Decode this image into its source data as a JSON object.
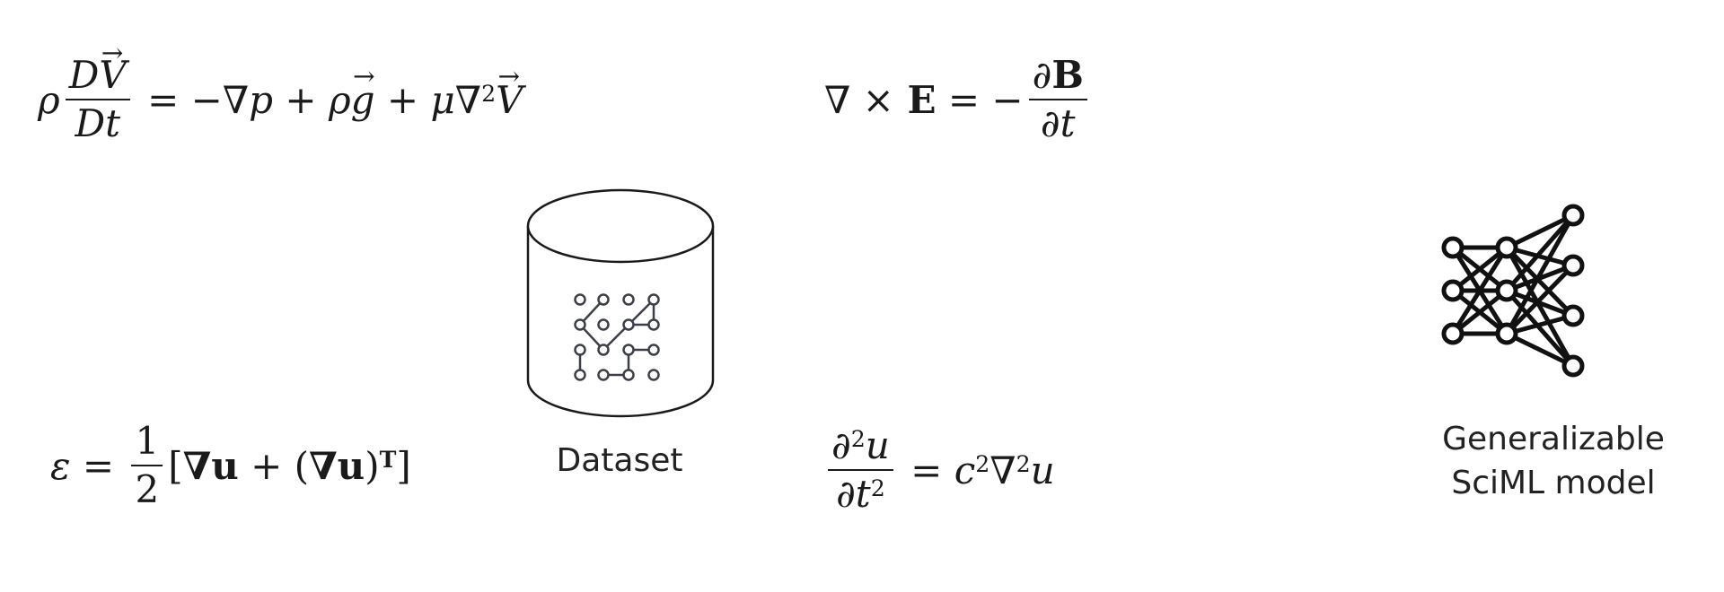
{
  "equations": {
    "navier_stokes": "ρ DV⃗/Dt = −∇p + ρg⃗ + μ∇²V⃗",
    "faraday": "∇ × E = −∂B/∂t",
    "strain": "ε = 1/2 [∇u + (∇u)ᵀ]",
    "wave": "∂²u/∂t² = c²∇²u"
  },
  "dataset_label": "Dataset",
  "model_label": [
    "Generalizable",
    "SciML model"
  ],
  "icons": {
    "dataset": "database-cylinder-icon",
    "dataset_inner": "circuit-nodes-icon",
    "model": "neural-network-icon"
  }
}
